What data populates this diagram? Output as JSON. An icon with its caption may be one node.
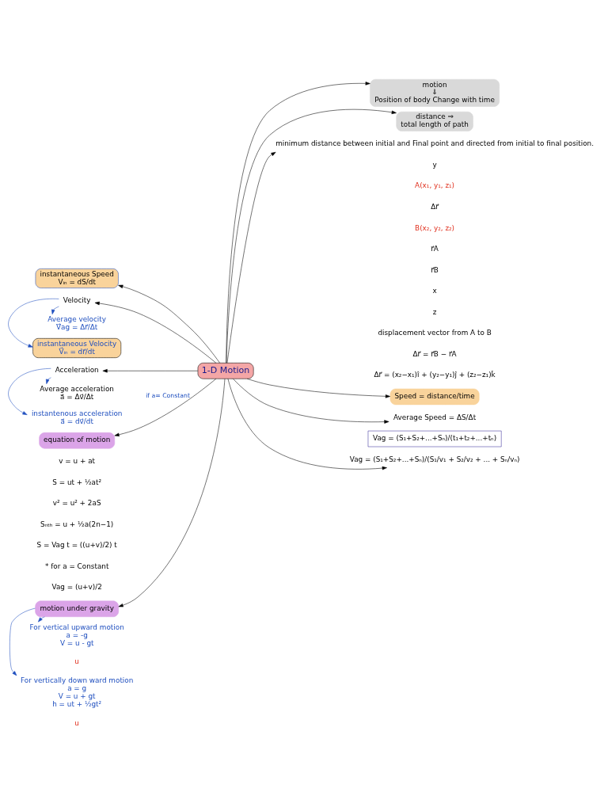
{
  "diagram": {
    "nodes": [
      {
        "text": [
          "1-D Motion"
        ]
      },
      {
        "text": [
          "instantaneous Speed",
          "Vᵢₙ = dS/dt"
        ]
      },
      {
        "text": [
          "Velocity"
        ]
      },
      {
        "text": [
          "Average velocity",
          "V⃗ag = Δr⃗/Δt"
        ]
      },
      {
        "text": [
          "instantaneous Velocity",
          "V⃗ᵢₙ = dr⃗/dt"
        ]
      },
      {
        "text": [
          "Acceleration"
        ]
      },
      {
        "text": [
          "Average acceleration",
          "a⃗ = Δv⃗/Δt"
        ]
      },
      {
        "text": [
          "instantenous acceleration",
          "a⃗ = dv⃗/dt"
        ]
      },
      {
        "text": [
          "equation of motion"
        ]
      },
      {
        "text": [
          "motion under gravity"
        ]
      },
      {
        "text": [
          "For vertical upward motion",
          "a = -g",
          "V = u - gt"
        ]
      },
      {
        "text": [
          "For vertically down ward motion",
          "a = g",
          "V = u + gt",
          "h = ut + ½gt²"
        ]
      },
      {
        "text": [
          "motion",
          "⇓",
          "Position of body Change with time"
        ]
      },
      {
        "text": [
          "distance ⇒",
          "total length of path"
        ]
      },
      {
        "text": [
          "minimum distance between initial and Final point and directed from initial to final position."
        ]
      },
      {
        "text": [
          "Speed = distance/time"
        ]
      },
      {
        "text": [
          "Average Speed = ΔS/Δt"
        ]
      },
      {
        "text": [
          "Vag = (S₁+S₂+...+Sₙ)/(t₁+t₂+...+tₙ)"
        ]
      },
      {
        "text": [
          "Vag = (S₁+S₂+...+Sₙ)/(S₁/v₁ + S₂/v₂ + ... + Sₙ/vₙ)"
        ]
      }
    ],
    "edges": [
      {
        "from": 0,
        "to": 1,
        "arrow": "to"
      },
      {
        "from": 0,
        "to": 2,
        "arrow": "to"
      },
      {
        "from": 2,
        "to": 3,
        "arrow": "to",
        "color": "#1f4fbf"
      },
      {
        "from": 2,
        "to": 4,
        "arrow": "to",
        "color": "#1f4fbf"
      },
      {
        "from": 0,
        "to": 5,
        "arrow": "to"
      },
      {
        "from": 5,
        "to": 6,
        "arrow": "to",
        "color": "#1f4fbf"
      },
      {
        "from": 5,
        "to": 7,
        "arrow": "to",
        "color": "#1f4fbf"
      },
      {
        "from": 0,
        "to": 8,
        "arrow": "to",
        "label": "if a= Constant"
      },
      {
        "from": 0,
        "to": 9,
        "arrow": "to"
      },
      {
        "from": 9,
        "to": 10,
        "arrow": "to",
        "color": "#1f4fbf"
      },
      {
        "from": 9,
        "to": 11,
        "arrow": "to",
        "color": "#1f4fbf"
      },
      {
        "from": 0,
        "to": 12,
        "arrow": "to"
      },
      {
        "from": 0,
        "to": 13,
        "arrow": "to"
      },
      {
        "from": 0,
        "to": 14,
        "arrow": "to"
      },
      {
        "from": 0,
        "to": 15,
        "arrow": "to"
      },
      {
        "from": 0,
        "to": 16,
        "arrow": "to"
      },
      {
        "from": 0,
        "to": 18,
        "arrow": "to"
      }
    ],
    "labels": [
      "y",
      "A(x₁, y₁, z₁)",
      "Δr⃗",
      "B(x₂, y₂, z₂)",
      "r⃗A",
      "r⃗B",
      "x",
      "z",
      "displacement vector from A to B",
      "Δr⃗ = r⃗B − r⃗A",
      "Δr⃗ = (x₂−x₁)î + (y₂−y₁)ĵ + (z₂−z₁)k̂",
      "v = u + at",
      "S = ut + ½at²",
      "v² = u² + 2aS",
      "Sₙₜₕ = u + ½a(2n−1)",
      "S = Vag t = ((u+v)/2) t",
      "* for a = Constant",
      "Vag = (u+v)/2",
      "u",
      "u"
    ]
  }
}
